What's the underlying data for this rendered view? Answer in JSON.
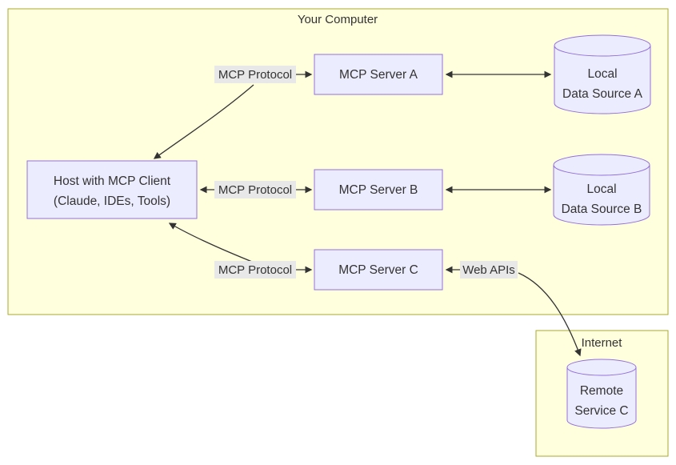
{
  "diagram": {
    "clusters": {
      "your_computer": {
        "label": "Your Computer"
      },
      "internet": {
        "label": "Internet"
      }
    },
    "nodes": {
      "host": {
        "line1": "Host with MCP Client",
        "line2": "(Claude, IDEs, Tools)"
      },
      "server_a": {
        "label": "MCP Server A"
      },
      "server_b": {
        "label": "MCP Server B"
      },
      "server_c": {
        "label": "MCP Server C"
      },
      "data_a": {
        "line1": "Local",
        "line2": "Data Source A"
      },
      "data_b": {
        "line1": "Local",
        "line2": "Data Source B"
      },
      "remote_c": {
        "line1": "Remote",
        "line2": "Service C"
      }
    },
    "edge_labels": {
      "mcp_a": "MCP Protocol",
      "mcp_b": "MCP Protocol",
      "mcp_c": "MCP Protocol",
      "web_apis": "Web APIs"
    },
    "colors": {
      "cluster_fill": "#ffffde",
      "cluster_border": "#aaaa33",
      "node_fill": "#ECECFF",
      "node_border": "#9370DB",
      "edge_label_bg": "#e8e8e8",
      "line": "#333333",
      "text": "#333333",
      "background": "#ffffff"
    }
  }
}
